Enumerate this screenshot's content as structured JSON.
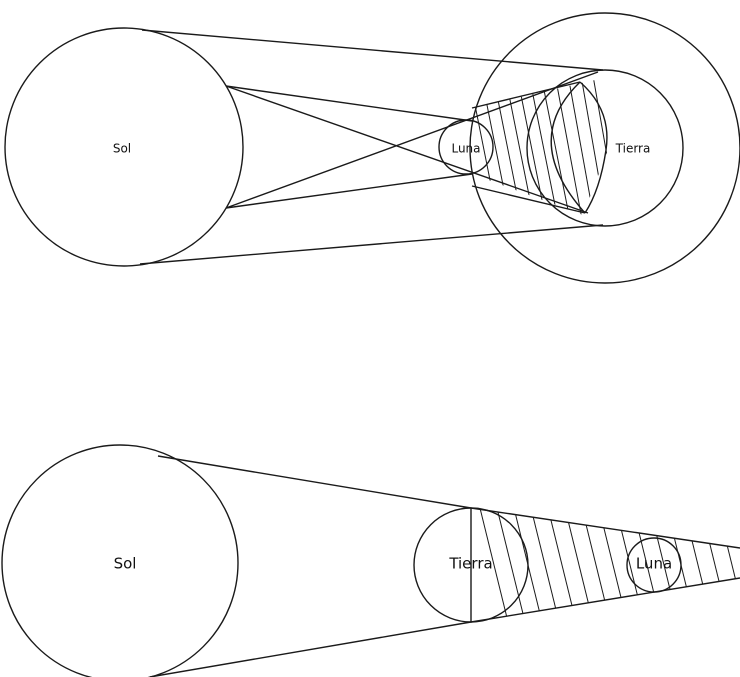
{
  "solar_eclipse": {
    "sun_label": "Sol",
    "moon_label": "Luna",
    "earth_label": "Tierra"
  },
  "lunar_eclipse": {
    "sun_label": "Sol",
    "earth_label": "Tierra",
    "moon_label": "Luna"
  }
}
